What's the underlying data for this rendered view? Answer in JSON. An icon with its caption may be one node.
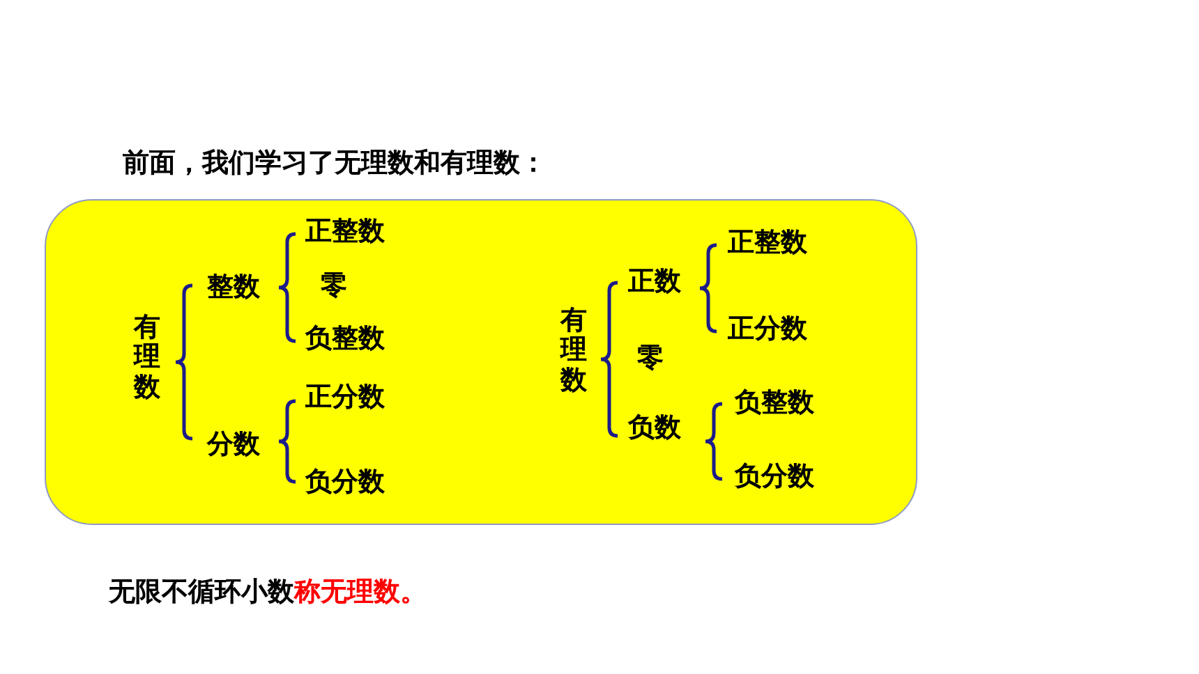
{
  "diagram": {
    "title": "前面，我们学习了无理数和有理数：",
    "nodes": [
      {
        "text": [],
        "shape": "box"
      },
      {
        "text": [
          "有理数"
        ],
        "in": 0
      },
      {
        "text": [
          "整数"
        ],
        "in": 0
      },
      {
        "text": [
          "正整数"
        ],
        "in": 0
      },
      {
        "text": [
          "零"
        ],
        "in": 0
      },
      {
        "text": [
          "负整数"
        ],
        "in": 0
      },
      {
        "text": [
          "分数"
        ],
        "in": 0
      },
      {
        "text": [
          "正分数"
        ],
        "in": 0
      },
      {
        "text": [
          "负分数"
        ],
        "in": 0
      },
      {
        "text": [
          "有理数"
        ],
        "in": 0
      },
      {
        "text": [
          "正数"
        ],
        "in": 0
      },
      {
        "text": [
          "正整数"
        ],
        "in": 0
      },
      {
        "text": [
          "正分数"
        ],
        "in": 0
      },
      {
        "text": [
          "零"
        ],
        "in": 0
      },
      {
        "text": [
          "负数"
        ],
        "in": 0
      },
      {
        "text": [
          "负整数"
        ],
        "in": 0
      },
      {
        "text": [
          "负分数"
        ],
        "in": 0
      }
    ],
    "labels": [
      "无限不循环小数",
      "称无理数。"
    ]
  }
}
